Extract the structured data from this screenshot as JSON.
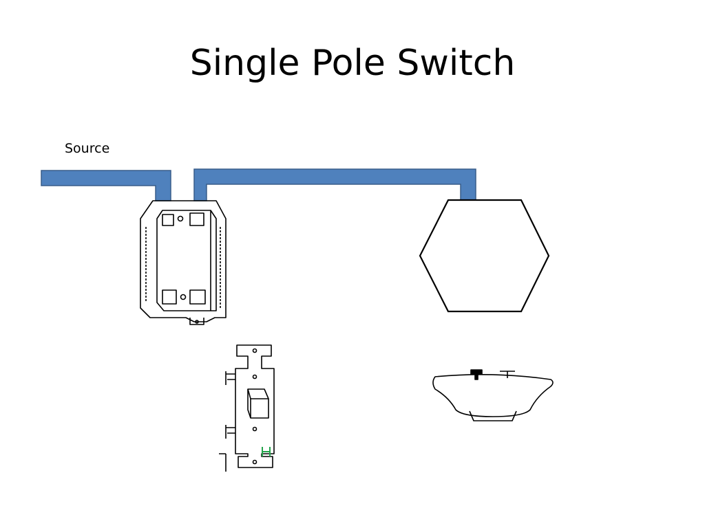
{
  "slide": {
    "title": "Single Pole Switch"
  },
  "labels": {
    "source": "Source"
  },
  "colors": {
    "cable_fill": "#4F81BD",
    "cable_stroke": "#385D8A",
    "line": "#000000",
    "ground_screw": "#22A34A"
  },
  "components": [
    {
      "name": "electrical-box",
      "icon": "outlet-box-icon"
    },
    {
      "name": "light-fixture-box",
      "icon": "hexagon-box-icon"
    },
    {
      "name": "toggle-switch",
      "icon": "switch-icon"
    },
    {
      "name": "lamp-holder",
      "icon": "lamp-holder-icon"
    }
  ]
}
